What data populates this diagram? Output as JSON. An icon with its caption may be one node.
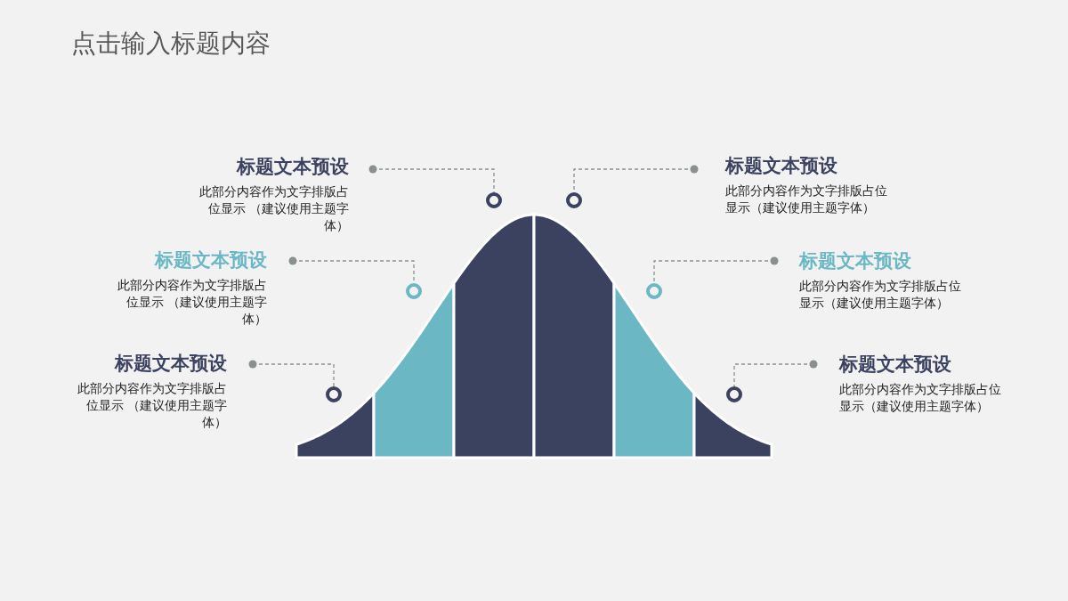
{
  "diagram": {
    "title": "点击输入标题内容",
    "nodes": [
      {
        "text": [
          "标题文本预设",
          "此部分内容作为文字排版占位显示 （建议使用主题字体）"
        ]
      },
      {
        "text": [
          "标题文本预设",
          "此部分内容作为文字排版占位显示（建议使用主题字体）"
        ]
      },
      {
        "text": [
          "标题文本预设",
          "此部分内容作为文字排版占位显示 （建议使用主题字体）"
        ]
      },
      {
        "text": [
          "标题文本预设",
          "此部分内容作为文字排版占位显示（建议使用主题字体）"
        ]
      },
      {
        "text": [
          "标题文本预设",
          "此部分内容作为文字排版占位显示 （建议使用主题字体）"
        ]
      },
      {
        "text": [
          "标题文本预设",
          "此部分内容作为文字排版占位显示（建议使用主题字体）"
        ]
      },
      {
        "text": [],
        "shape": "circle"
      },
      {
        "text": [],
        "shape": "circle"
      },
      {
        "text": [],
        "shape": "circle"
      },
      {
        "text": [],
        "shape": "circle"
      },
      {
        "text": [],
        "shape": "circle"
      },
      {
        "text": [],
        "shape": "circle"
      }
    ],
    "edges": [
      {
        "from": 0,
        "to": 8,
        "arrow": "other",
        "style": "dashed"
      },
      {
        "from": 1,
        "to": 9,
        "arrow": "other",
        "style": "dashed"
      },
      {
        "from": 2,
        "to": 7,
        "arrow": "other",
        "style": "dashed"
      },
      {
        "from": 3,
        "to": 10,
        "arrow": "other",
        "style": "dashed"
      },
      {
        "from": 4,
        "to": 6,
        "arrow": "other",
        "style": "dashed"
      },
      {
        "from": 5,
        "to": 11,
        "arrow": "other",
        "style": "dashed"
      }
    ]
  }
}
